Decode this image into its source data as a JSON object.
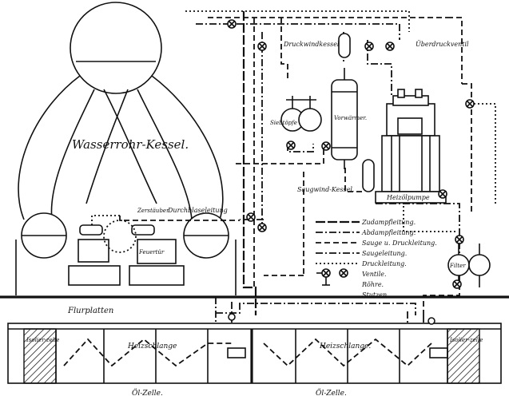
{
  "labels": {
    "boiler": "Wasserrohr-Kessel.",
    "durchblase": "Durchblaseleitung",
    "zerstaeuber": "Zerstäuber",
    "feuertuer": "Feuertür",
    "flurplatten": "Flurplatten",
    "druckwindkessel": "Druckwindkessel",
    "ueberdruckventil": "Überdruckventil",
    "siebtoepfe": "Siebtöpfe",
    "vorwaermer": "Vorwärmer.",
    "saugwindkessel": "Saugwind-Kessel.",
    "heizpumpe": "Heizölpumpe",
    "filter": "Filter",
    "heizschlange_left": "Heizschlange",
    "heizschlange_right": "Heizschlange.",
    "isolier_left": "Isolier-zelle",
    "isolier_right": "Isolier-zelle",
    "tank_left": "Öl-Zelle.",
    "tank_right": "Öl-Zelle."
  },
  "legend": {
    "items": [
      {
        "label": "Zudampfleitung.",
        "style": "long-dash"
      },
      {
        "label": "Abdampfleitung.",
        "style": "dash-dot"
      },
      {
        "label": "Sauge u. Druckleitung.",
        "style": "dash"
      },
      {
        "label": "Saugeleitung.",
        "style": "dash-dot-dot"
      },
      {
        "label": "Druckleitung.",
        "style": "dot"
      }
    ],
    "symbols": [
      {
        "label": "Ventile."
      },
      {
        "label": "Röhre."
      },
      {
        "label": "Stutzen."
      }
    ]
  },
  "colors": {
    "ink": "#111111",
    "paper": "#ffffff"
  }
}
